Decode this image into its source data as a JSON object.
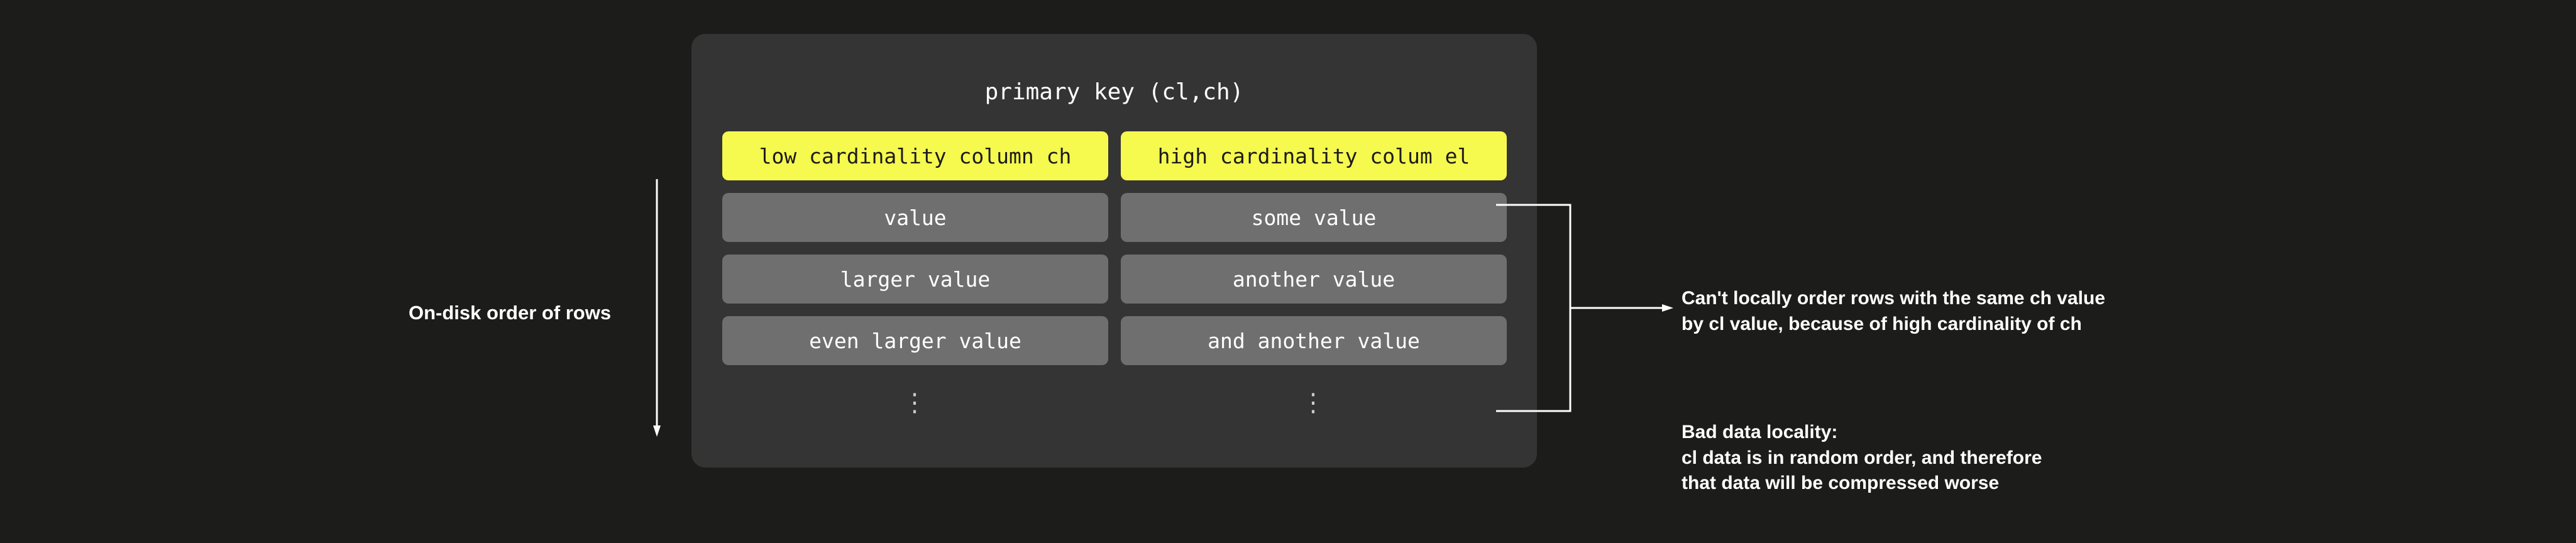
{
  "theme": {
    "background": "#1c1c1a",
    "card_background": "#343434",
    "header_chip": "#f6f94e",
    "value_chip": "#6f6f6f",
    "text": "#ffffff"
  },
  "card": {
    "title": "primary key (cl,ch)",
    "columns": [
      {
        "header": "low cardinality column ch",
        "values": [
          "value",
          "larger value",
          "even larger value"
        ],
        "ellipsis": "⋮"
      },
      {
        "header": "high cardinality colum el",
        "values": [
          "some value",
          "another value",
          "and another value"
        ],
        "ellipsis": "⋮"
      }
    ]
  },
  "left_annotation": {
    "label": "On-disk order of rows"
  },
  "right_annotations": [
    {
      "lines": [
        "Can't locally order rows with the same ch value",
        "by cl value, because of high cardinality of ch"
      ]
    },
    {
      "lines": [
        "Bad data locality:",
        "cl data is in random order, and therefore",
        "that data will be compressed worse"
      ]
    }
  ]
}
